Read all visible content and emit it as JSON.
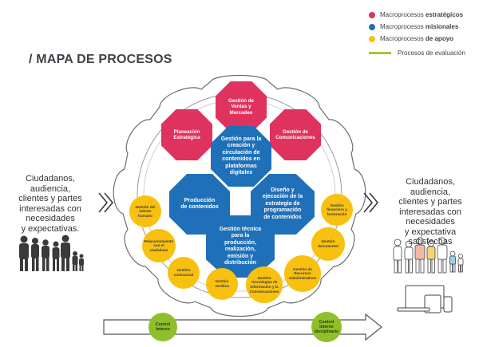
{
  "title": "/ MAPA DE PROCESOS",
  "legend": {
    "strategic": {
      "prefix": "Macroprocesos ",
      "bold": "estratégicos",
      "color": "#e0325f"
    },
    "missional": {
      "prefix": "Macroprocesos ",
      "bold": "misionales",
      "color": "#1f70b8"
    },
    "support": {
      "prefix": "Macroprocesos ",
      "bold": "de apoyo",
      "color": "#f8c10f"
    },
    "evaluation": {
      "label": "Procesos de evaluación",
      "color": "#a3c53a"
    }
  },
  "left_text": [
    "Ciudadanos,",
    "audiencia,",
    "clientes y partes",
    "interesadas con",
    "necesidades",
    "y expectativas."
  ],
  "right_text": [
    "Ciudadanos,",
    "audiencia,",
    "clientes y partes",
    "interesadas con",
    "necesidades",
    "y expectativa",
    "satisfechas"
  ],
  "strategic_nodes": [
    {
      "lines": [
        "Gestión de",
        "Ventas y",
        "Mercadeo"
      ]
    },
    {
      "lines": [
        "Planeación",
        "Estratégica"
      ]
    },
    {
      "lines": [
        "Gestión de",
        "Comunicaciones"
      ]
    }
  ],
  "missional_nodes": [
    {
      "lines": [
        "Gestión para la",
        "creación y",
        "circulación de",
        "contenidos en",
        "plataformas",
        "digitales"
      ]
    },
    {
      "lines": [
        "Producción",
        "de contenidos"
      ]
    },
    {
      "lines": [
        "Diseño y",
        "ejecución de la",
        "estrategia de",
        "programación",
        "de contenidos"
      ]
    },
    {
      "lines": [
        "Gestión técnica",
        "para la",
        "producción,",
        "realización,",
        "emisión y",
        "distribución"
      ]
    }
  ],
  "support_nodes": [
    {
      "lines": [
        "Gestión del",
        "talento",
        "humano"
      ]
    },
    {
      "lines": [
        "Relacionamiento",
        "con el",
        "ciudadano"
      ]
    },
    {
      "lines": [
        "Gestión",
        "contractual"
      ]
    },
    {
      "lines": [
        "Gestión",
        "Jurídica"
      ]
    },
    {
      "lines": [
        "Gestión",
        "Tecnologías de",
        "Información y la",
        "Comunicaciones"
      ]
    },
    {
      "lines": [
        "Gestión de",
        "Recursos",
        "Administrativos"
      ]
    },
    {
      "lines": [
        "Gestión",
        "documental"
      ]
    },
    {
      "lines": [
        "Gestión",
        "financiera y",
        "facturación"
      ]
    }
  ],
  "evaluation_nodes": [
    {
      "lines": [
        "Control",
        "Interno"
      ]
    },
    {
      "lines": [
        "Control",
        "Interno",
        "disciplinario"
      ]
    }
  ],
  "icons": [
    "chevron-right-icon",
    "people-group-icon",
    "devices-icon"
  ]
}
